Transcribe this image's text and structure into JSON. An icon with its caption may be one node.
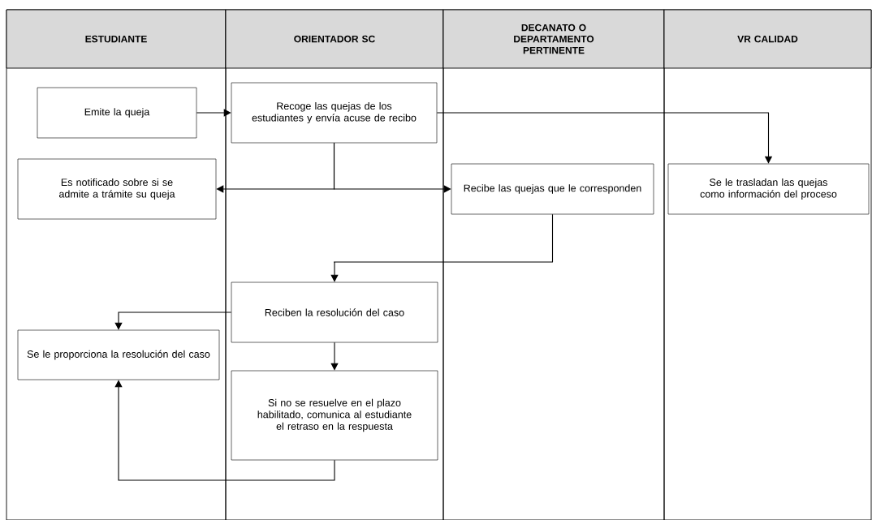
{
  "diagram": {
    "nodes": [
      {
        "text": [
          "ESTUDIANTE"
        ]
      },
      {
        "text": [
          "ORIENTADOR SC"
        ]
      },
      {
        "text": [
          "DECANATO O DEPARTAMENTO PERTINENTE"
        ]
      },
      {
        "text": [
          "VR CALIDAD"
        ]
      },
      {
        "text": [
          "Emite la queja"
        ],
        "in": 0
      },
      {
        "text": [
          "Recoge las quejas de los estudiantes y envía acuse de recibo"
        ],
        "in": 1
      },
      {
        "text": [
          "Es notificado sobre si se admite a trámite su queja"
        ],
        "in": 0
      },
      {
        "text": [
          "Recibe las quejas que le corresponden"
        ],
        "in": 2
      },
      {
        "text": [
          "Se le trasladan las quejas como información del proceso"
        ],
        "in": 3
      },
      {
        "text": [
          "Reciben la resolución del caso"
        ],
        "in": 1
      },
      {
        "text": [
          "Se le proporciona la resolución del caso"
        ],
        "in": 0
      },
      {
        "text": [
          "Si no se resuelve en el plazo habilitado, comunica al estudiante el retraso en la respuesta"
        ],
        "in": 1
      }
    ],
    "edges": [
      {
        "from": 4,
        "to": 5,
        "arrow": "to"
      },
      {
        "from": 5,
        "to": 8,
        "arrow": "to"
      },
      {
        "from": 5,
        "to": 6,
        "arrow": "to"
      },
      {
        "from": 5,
        "to": 7,
        "arrow": "to"
      },
      {
        "from": 7,
        "to": 9,
        "arrow": "to"
      },
      {
        "from": 9,
        "to": 10,
        "arrow": "to"
      },
      {
        "from": 9,
        "to": 11,
        "arrow": "to"
      },
      {
        "from": 11,
        "to": 10,
        "arrow": "to"
      }
    ]
  }
}
